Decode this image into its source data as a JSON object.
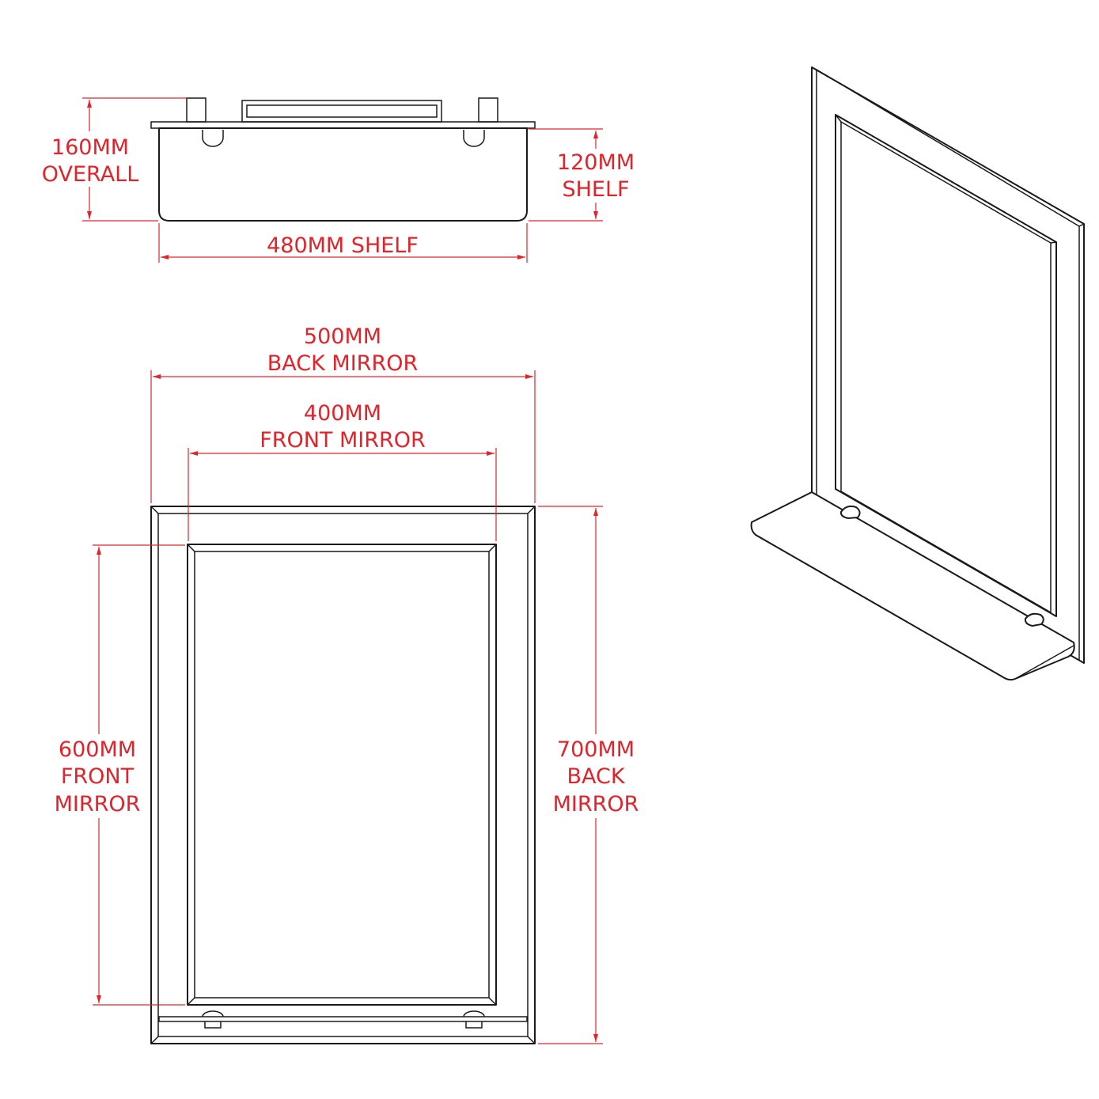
{
  "colors": {
    "dimension": "#e0242b",
    "outline": "#1a1a1a",
    "background": "#ffffff"
  },
  "top_view": {
    "overall": {
      "value": "160MM",
      "label": "OVERALL"
    },
    "shelf_depth": {
      "value": "120MM",
      "label": "SHELF"
    },
    "shelf_width": "480MM SHELF"
  },
  "front_view": {
    "back_width": {
      "value": "500MM",
      "label": "BACK MIRROR"
    },
    "front_width": {
      "value": "400MM",
      "label": "FRONT MIRROR"
    },
    "front_height": {
      "value": "600MM",
      "line1": "FRONT",
      "line2": "MIRROR"
    },
    "back_height": {
      "value": "700MM",
      "line1": "BACK",
      "line2": "MIRROR"
    }
  }
}
